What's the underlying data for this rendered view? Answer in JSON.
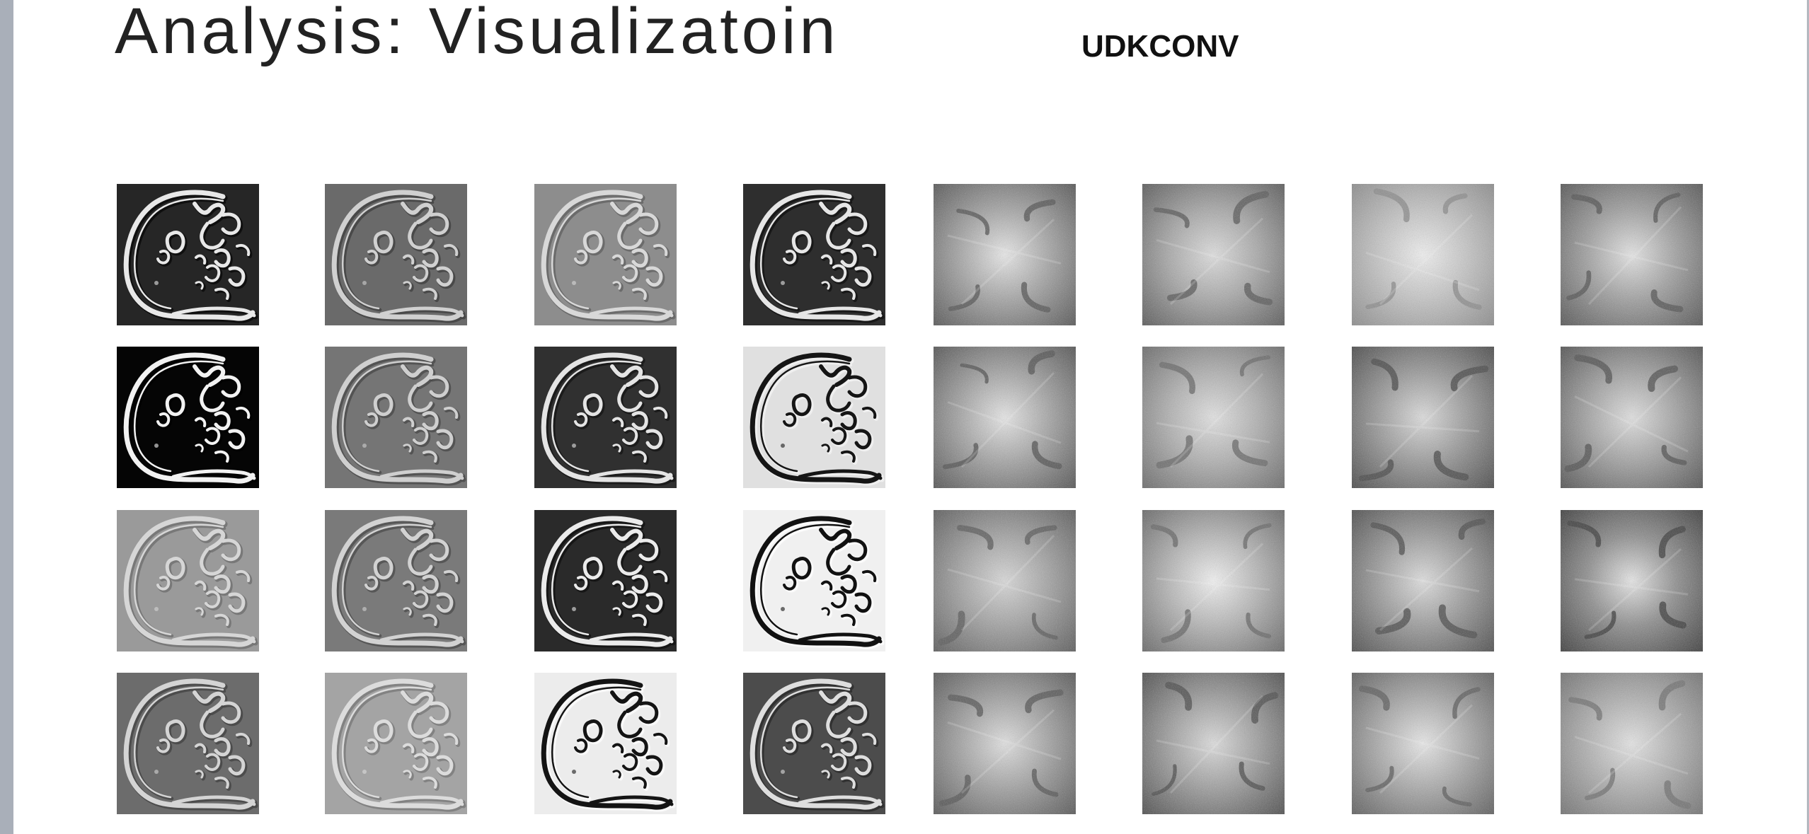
{
  "slide": {
    "title": "Analysis: Visualizatoin",
    "label": "UDKCONV"
  },
  "grid": {
    "rows": [
      {
        "tiles": [
          {
            "kind": "edge",
            "bg": "#262626",
            "edge": "#e8e8e8",
            "shadow": "#050505"
          },
          {
            "kind": "edge",
            "bg": "#6a6a6a",
            "edge": "#d0d0d0",
            "shadow": "#3c3c3c"
          },
          {
            "kind": "edge",
            "bg": "#8d8d8d",
            "edge": "#d8d8d8",
            "shadow": "#5c5c5c"
          },
          {
            "kind": "edge",
            "bg": "#2e2e2e",
            "edge": "#e6e6e6",
            "shadow": "#101010"
          },
          {
            "kind": "freq",
            "center": "#e8e8e8",
            "mid": "#a5a5a5",
            "outer": "#565656"
          },
          {
            "kind": "freq",
            "center": "#dedede",
            "mid": "#a8a8a8",
            "outer": "#5a5a5a"
          },
          {
            "kind": "freq",
            "center": "#f0f0f0",
            "mid": "#c4c4c4",
            "outer": "#8c8c8c"
          },
          {
            "kind": "freq",
            "center": "#e4e4e4",
            "mid": "#a0a0a0",
            "outer": "#555555"
          }
        ]
      },
      {
        "tiles": [
          {
            "kind": "edge",
            "bg": "#050505",
            "edge": "#f2f2f2",
            "shadow": "#000000"
          },
          {
            "kind": "edge",
            "bg": "#757575",
            "edge": "#cfcfcf",
            "shadow": "#444444"
          },
          {
            "kind": "edge",
            "bg": "#303030",
            "edge": "#e4e4e4",
            "shadow": "#121212"
          },
          {
            "kind": "edge",
            "bg": "#e0e0e0",
            "edge": "#151515",
            "shadow": "#f5f5f5"
          },
          {
            "kind": "freq",
            "center": "#e6e6e6",
            "mid": "#a4a4a4",
            "outer": "#545454"
          },
          {
            "kind": "freq",
            "center": "#e2e2e2",
            "mid": "#b0b0b0",
            "outer": "#6a6a6a"
          },
          {
            "kind": "freq",
            "center": "#dcdcdc",
            "mid": "#9a9a9a",
            "outer": "#4a4a4a"
          },
          {
            "kind": "freq",
            "center": "#e0e0e0",
            "mid": "#a2a2a2",
            "outer": "#525252"
          }
        ]
      },
      {
        "tiles": [
          {
            "kind": "edge",
            "bg": "#9a9a9a",
            "edge": "#d6d6d6",
            "shadow": "#6a6a6a"
          },
          {
            "kind": "edge",
            "bg": "#7a7a7a",
            "edge": "#d2d2d2",
            "shadow": "#484848"
          },
          {
            "kind": "edge",
            "bg": "#2a2a2a",
            "edge": "#ebebeb",
            "shadow": "#0e0e0e"
          },
          {
            "kind": "edge",
            "bg": "#f0f0f0",
            "edge": "#111111",
            "shadow": "#ffffff"
          },
          {
            "kind": "freq",
            "center": "#d8d8d8",
            "mid": "#a2a2a2",
            "outer": "#5c5c5c"
          },
          {
            "kind": "freq",
            "center": "#f2f2f2",
            "mid": "#b6b6b6",
            "outer": "#686868"
          },
          {
            "kind": "freq",
            "center": "#dedede",
            "mid": "#9c9c9c",
            "outer": "#4e4e4e"
          },
          {
            "kind": "freq",
            "center": "#e6e6e6",
            "mid": "#8e8e8e",
            "outer": "#3e3e3e"
          }
        ]
      },
      {
        "tiles": [
          {
            "kind": "edge",
            "bg": "#6c6c6c",
            "edge": "#d4d4d4",
            "shadow": "#3e3e3e"
          },
          {
            "kind": "edge",
            "bg": "#a4a4a4",
            "edge": "#dcdcdc",
            "shadow": "#747474"
          },
          {
            "kind": "edge",
            "bg": "#ececec",
            "edge": "#141414",
            "shadow": "#ffffff"
          },
          {
            "kind": "edge",
            "bg": "#4c4c4c",
            "edge": "#dedede",
            "shadow": "#262626"
          },
          {
            "kind": "freq",
            "center": "#e0e0e0",
            "mid": "#a2a2a2",
            "outer": "#575757"
          },
          {
            "kind": "freq",
            "center": "#dcdcdc",
            "mid": "#9e9e9e",
            "outer": "#4e4e4e"
          },
          {
            "kind": "freq",
            "center": "#e8e8e8",
            "mid": "#aaaaaa",
            "outer": "#5e5e5e"
          },
          {
            "kind": "freq",
            "center": "#e4e4e4",
            "mid": "#b0b0b0",
            "outer": "#727272"
          }
        ]
      }
    ]
  }
}
